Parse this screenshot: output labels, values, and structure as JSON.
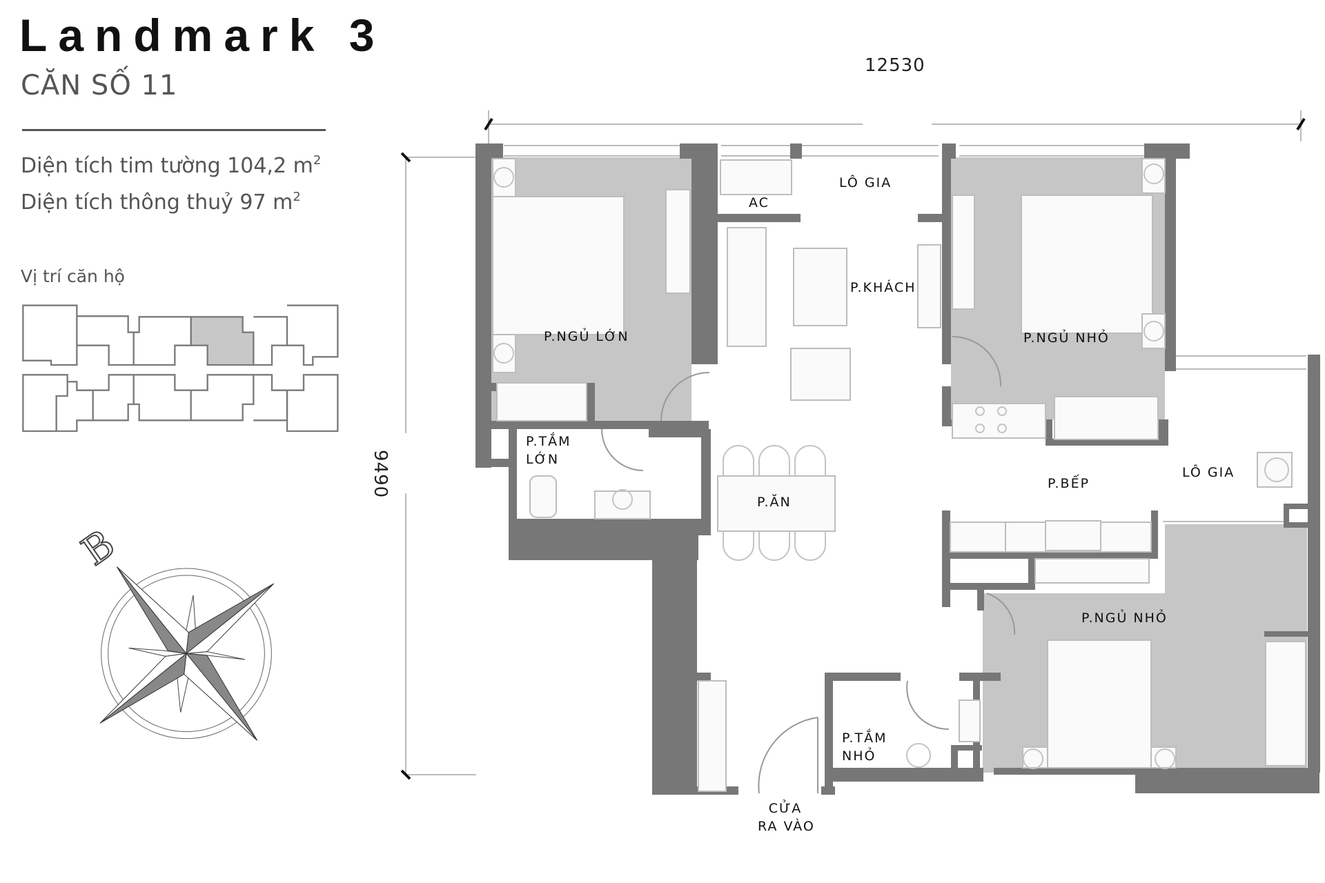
{
  "header": {
    "title": "Landmark 3",
    "subtitle": "CĂN SỐ 11",
    "area_wall_center_label": "Diện tích tim tường 104,2 m",
    "area_wall_center_unit_sup": "2",
    "area_clear_label": "Diện tích thông thuỷ 97 m",
    "area_clear_unit_sup": "2"
  },
  "location": {
    "label": "Vị trí căn hộ",
    "highlight_color": "#c8c8c8"
  },
  "compass": {
    "north_letter": "B",
    "icon": "compass-rose-icon"
  },
  "dimensions": {
    "width": "12530",
    "height": "9490"
  },
  "rooms": {
    "master_bedroom": "P.NGỦ LỚN",
    "ac": "AC",
    "logia_top": "LÔ GIA",
    "living": "P.KHÁCH",
    "bedroom_small_1": "P.NGỦ NHỎ",
    "master_bath_line1": "P.TẮM",
    "master_bath_line2": "LỚN",
    "dining": "P.ĂN",
    "kitchen": "P.BẾP",
    "logia_right": "LÔ GIA",
    "bedroom_small_2": "P.NGỦ NHỎ",
    "small_bath_line1": "P.TẮM",
    "small_bath_line2": "NHỎ",
    "entry_line1": "CỬA",
    "entry_line2": "RA VÀO"
  },
  "colors": {
    "wall": "#777777",
    "bedroom_fill": "#c6c6c6",
    "furniture_line": "#bdbdbd",
    "text_gray": "#555555"
  }
}
